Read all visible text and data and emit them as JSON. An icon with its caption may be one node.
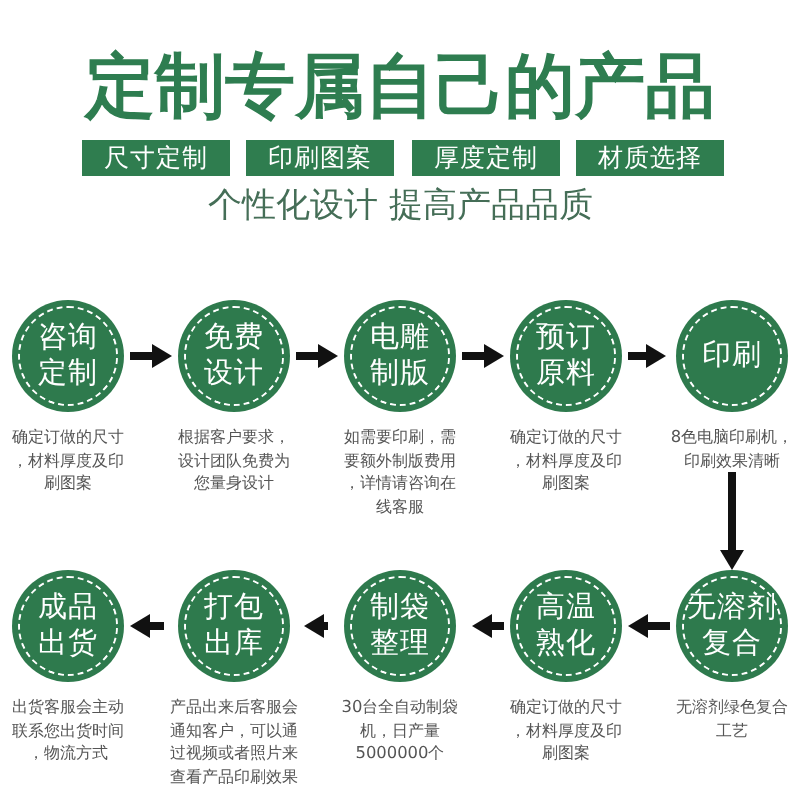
{
  "diagram": {
    "title": "定制专属自己的产品",
    "nodes": [
      {
        "text": [
          "尺寸定制"
        ]
      },
      {
        "text": [
          "印刷图案"
        ]
      },
      {
        "text": [
          "厚度定制"
        ]
      },
      {
        "text": [
          "材质选择"
        ]
      },
      {
        "text": [
          "咨询定制"
        ],
        "beside": [
          "确定订做的尺寸，材料厚度及印刷图案"
        ]
      },
      {
        "text": [
          "免费设计"
        ],
        "beside": [
          "根据客户要求，设计团队免费为您量身设计"
        ]
      },
      {
        "text": [
          "电雕制版"
        ],
        "beside": [
          "如需要印刷，需要额外制版费用，详情请咨询在线客服"
        ]
      },
      {
        "text": [
          "预订原料"
        ],
        "beside": [
          "确定订做的尺寸，材料厚度及印刷图案"
        ]
      },
      {
        "text": [
          "印刷"
        ],
        "beside": [
          "8色电脑印刷机，印刷效果清晰"
        ]
      },
      {
        "text": [
          "无溶剂复合"
        ],
        "beside": [
          "无溶剂绿色复合工艺"
        ]
      },
      {
        "text": [
          "高温熟化"
        ],
        "beside": [
          "确定订做的尺寸，材料厚度及印刷图案"
        ]
      },
      {
        "text": [
          "制袋整理"
        ],
        "beside": [
          "30台全自动制袋机，日产量5000000个"
        ]
      },
      {
        "text": [
          "打包出库"
        ],
        "beside": [
          "产品出来后客服会通知客户，可以通过视频或者照片来查看产品印刷效果"
        ]
      },
      {
        "text": [
          "成品出货"
        ],
        "beside": [
          "出货客服会主动联系您出货时间，物流方式"
        ]
      }
    ],
    "edges": [
      {
        "from": 4,
        "to": 5,
        "arrow": "to"
      },
      {
        "from": 5,
        "to": 6,
        "arrow": "to"
      },
      {
        "from": 6,
        "to": 7,
        "arrow": "to"
      },
      {
        "from": 7,
        "to": 8,
        "arrow": "to"
      },
      {
        "from": 8,
        "to": 9,
        "arrow": "to"
      },
      {
        "from": 9,
        "to": 10,
        "arrow": "to"
      },
      {
        "from": 10,
        "to": 11,
        "arrow": "to"
      },
      {
        "from": 11,
        "to": 12,
        "arrow": "to"
      },
      {
        "from": 12,
        "to": 13,
        "arrow": "to"
      }
    ],
    "labels": [
      "个性化设计 提高产品品质"
    ]
  }
}
